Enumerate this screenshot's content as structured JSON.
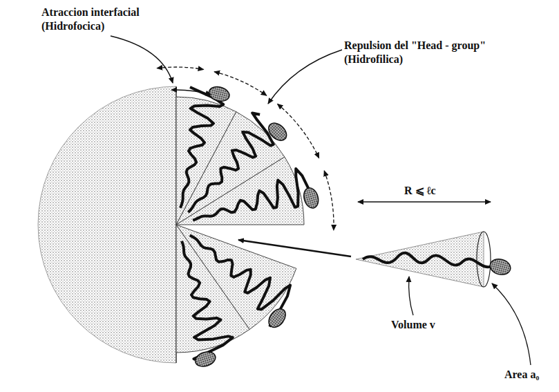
{
  "diagram": {
    "labels": [
      "Atraccion interfacial (Hidrofocica)",
      "Repulsion del \"Head - group\" (Hidrofilica)",
      "R ⩽ ℓc",
      "Volume v",
      "Area a₀"
    ]
  }
}
